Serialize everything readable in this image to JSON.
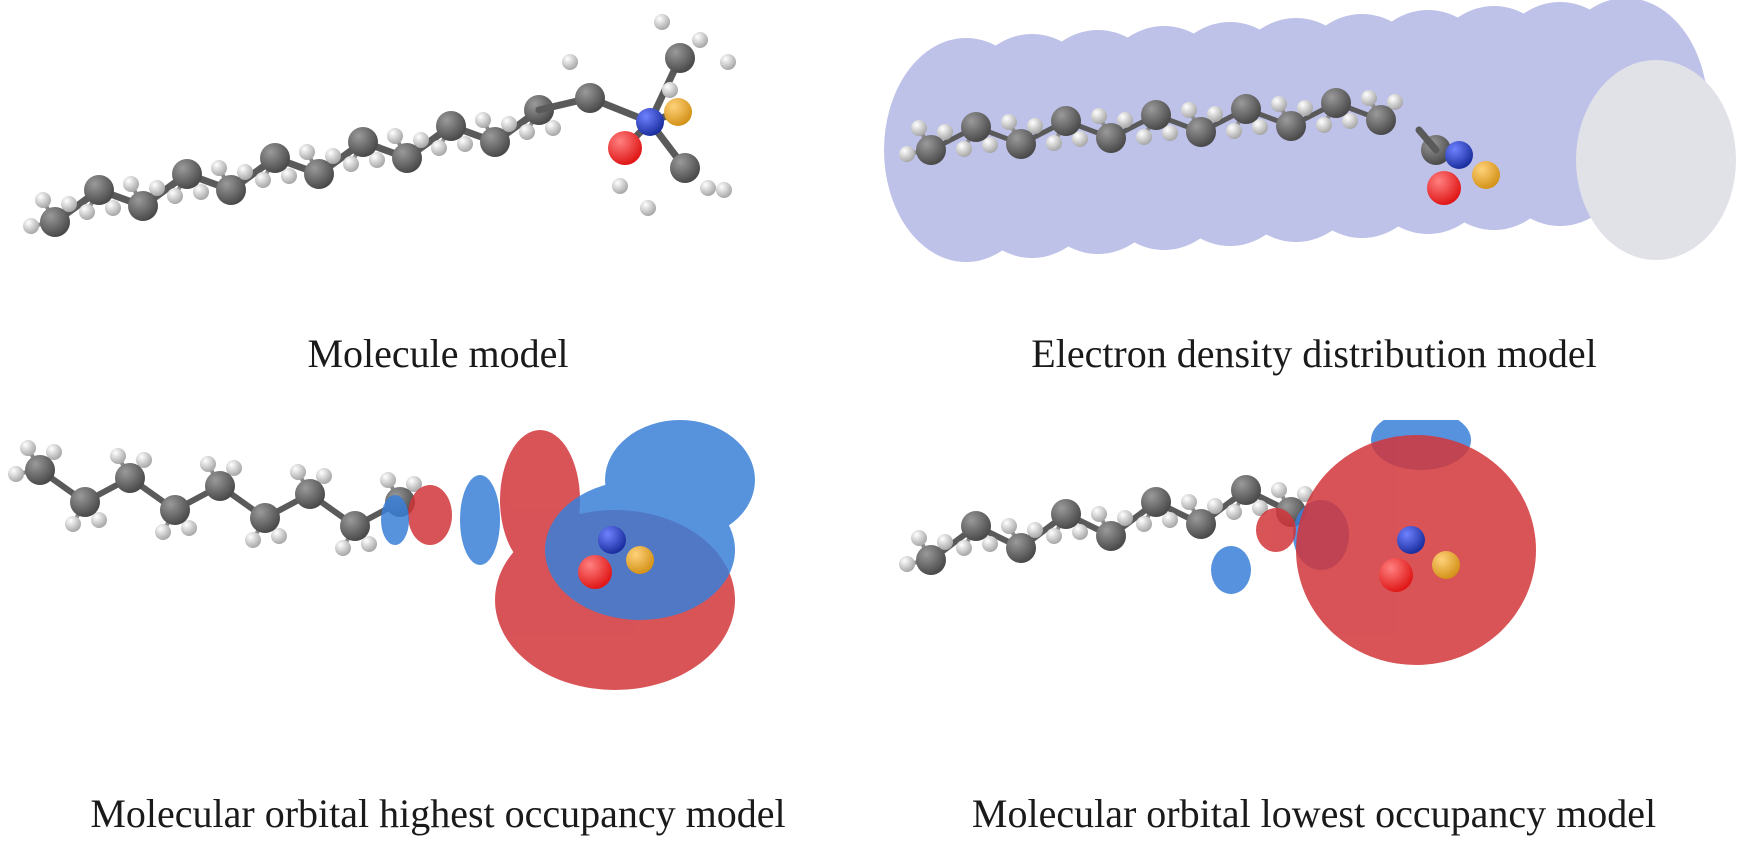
{
  "figure": {
    "panels": [
      {
        "id": "p1",
        "caption": "Molecule model"
      },
      {
        "id": "p2",
        "caption": "Electron density distribution model"
      },
      {
        "id": "p3",
        "caption": "Molecular orbital highest occupancy model"
      },
      {
        "id": "p4",
        "caption": "Molecular orbital lowest occupancy model"
      }
    ],
    "colors": {
      "carbon": "#4a4a4a",
      "hydrogen": "#d8d8d8",
      "oxygen": "#e01818",
      "nitrogen": "#1c2fa0",
      "sulfur": "#d4931a",
      "bond": "#5a5a5a",
      "density_surface": "#8a8fd6",
      "orbital_positive": "#d2363a",
      "orbital_negative": "#3a7fd8"
    }
  }
}
